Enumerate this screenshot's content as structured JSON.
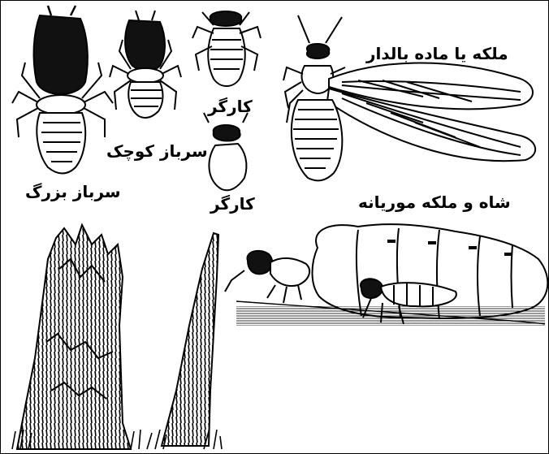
{
  "labels": {
    "large_soldier": "سرباز بزرگ",
    "small_soldier": "سرباز کوچک",
    "worker_top": "کارگر",
    "worker_bottom": "کارگر",
    "winged_queen": "ملکه یا ماده بالدار",
    "king_and_queen": "شاه و ملکه موریانه"
  },
  "colors": {
    "ink": "#000000",
    "paper": "#ffffff"
  }
}
